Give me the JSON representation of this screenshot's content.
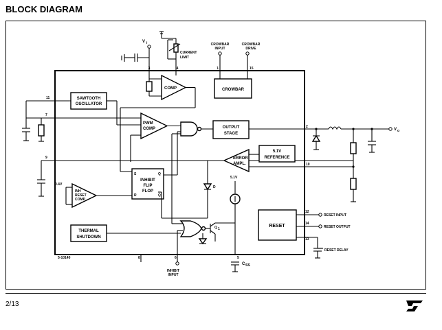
{
  "heading": "BLOCK DIAGRAM",
  "page_number": "2/13",
  "logo_text": "ST",
  "figure_code": "5-10140",
  "blocks": {
    "sawtooth_line1": "SAWTOOTH",
    "sawtooth_line2": "OSCILLATOR",
    "comp": "COMP",
    "crowbar": "CROWBAR",
    "pwm_line1": "PWM",
    "pwm_line2": "COMP",
    "output_line1": "OUTPUT",
    "output_line2": "STAGE",
    "inhibit_line1": "INHIBIT",
    "inhibit_line2": "FLIP",
    "inhibit_line3": "FLOP",
    "ff_s": "S",
    "ff_r": "R",
    "ff_q": "Q",
    "ff_qbar": "Q",
    "inh_line1": "INH",
    "inh_line2": "RESET",
    "inh_line3": "COMP",
    "error_line1": "ERROR",
    "error_line2": "AMPL.",
    "ref_line1": "5.1V",
    "ref_line2": "REFERENCE",
    "thermal_line1": "THERMAL",
    "thermal_line2": "SHUTDOWN",
    "reset": "RESET",
    "d_label": "D",
    "q1_label": "Q",
    "q1_sub": "1",
    "v51": "5.1V",
    "v04": "0.4V"
  },
  "pins": {
    "p1": "1",
    "p2": "2",
    "p3": "3",
    "p4": "4",
    "p5": "5",
    "p6": "6",
    "p7": "7",
    "p8": "8",
    "p9": "9",
    "p10": "10",
    "p11": "11",
    "p12": "12",
    "p13": "13",
    "p14": "14",
    "p15": "15"
  },
  "external_labels": {
    "vi": "V",
    "vi_sub": "i",
    "current_limit_line1": "CURRENT",
    "current_limit_line2": "LIMIT",
    "crowbar_input_line1": "CROWBAR",
    "crowbar_input_line2": "INPUT",
    "crowbar_drive_line1": "CROWBAR",
    "crowbar_drive_line2": "DRIVE",
    "vo": "V",
    "vo_sub": "o",
    "reset_input": "RESET INPUT",
    "reset_output": "RESET OUTPUT",
    "reset_delay": "RESET DELAY",
    "inhibit_input_line1": "INHIBIT",
    "inhibit_input_line2": "INPUT",
    "css": "C",
    "css_sub": "SS"
  }
}
